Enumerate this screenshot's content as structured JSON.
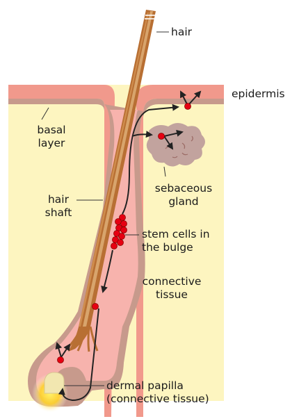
{
  "labels": {
    "hair": "hair",
    "epidermis": "epidermis",
    "basal_layer": [
      "basal",
      "layer"
    ],
    "hair_shaft": [
      "hair",
      "shaft"
    ],
    "sebaceous_gland": [
      "sebaceous",
      "gland"
    ],
    "stem_cells": [
      "stem cells in",
      "the bulge"
    ],
    "connective_tissue": [
      "connective",
      "tissue"
    ],
    "dermal_papilla": [
      "dermal papilla",
      "(connective tissue)"
    ]
  },
  "colors": {
    "epidermis": "#f1998c",
    "dermis": "#fdf5c0",
    "basal_layer": "#c79a8c",
    "follicle": "#f7b3ad",
    "follicle_outline": "#c8968a",
    "hair_shaft": "#b86f33",
    "hair_highlight": "#e0b27a",
    "gland": "#c2a39e",
    "cell": "#e60012",
    "papilla_glow": "#ffd22a",
    "arrow": "#222222"
  }
}
